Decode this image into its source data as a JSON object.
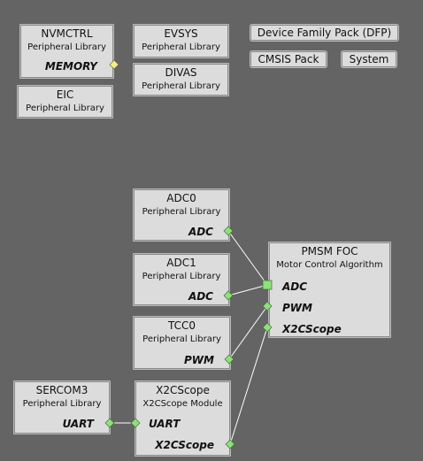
{
  "components": {
    "nvmctrl": {
      "name": "NVMCTRL",
      "desc": "Peripheral Library",
      "port": "MEMORY"
    },
    "evsys": {
      "name": "EVSYS",
      "desc": "Peripheral Library"
    },
    "divas": {
      "name": "DIVAS",
      "desc": "Peripheral Library"
    },
    "eic": {
      "name": "EIC",
      "desc": "Peripheral Library"
    },
    "adc0": {
      "name": "ADC0",
      "desc": "Peripheral Library",
      "port": "ADC"
    },
    "adc1": {
      "name": "ADC1",
      "desc": "Peripheral Library",
      "port": "ADC"
    },
    "tcc0": {
      "name": "TCC0",
      "desc": "Peripheral Library",
      "port": "PWM"
    },
    "sercom3": {
      "name": "SERCOM3",
      "desc": "Peripheral Library",
      "port": "UART"
    },
    "x2cscope": {
      "name": "X2CScope",
      "desc": "X2CScope Module",
      "port_in": "UART",
      "port_out": "X2CScope"
    },
    "pmsm_foc": {
      "name": "PMSM FOC",
      "desc": "Motor Control Algorithm",
      "ports": [
        "ADC",
        "PWM",
        "X2CScope"
      ]
    }
  },
  "buttons": {
    "dfp": "Device Family Pack (DFP)",
    "cmsis": "CMSIS Pack",
    "system": "System"
  },
  "colors": {
    "background": "#646464",
    "component_fill": "#dcdcdc",
    "connector_green": "#8ee07a",
    "connector_yellow": "#f4ee8a",
    "wire": "#ffffff"
  }
}
